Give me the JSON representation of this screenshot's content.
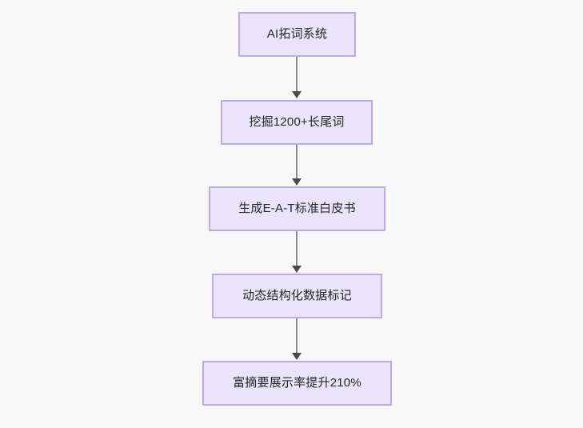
{
  "diagram": {
    "type": "flowchart",
    "orientation": "top-to-bottom",
    "background_color": "#f8f8f8",
    "node_fill_color": "#e9e4fa",
    "node_border_color": "#bfa9e4",
    "connector_color": "#888888",
    "arrowhead_color": "#4a4a4a",
    "text_color": "#262626",
    "nodes": [
      {
        "id": "node-1",
        "label": "AI拓词系统"
      },
      {
        "id": "node-2",
        "label": "挖掘1200+长尾词"
      },
      {
        "id": "node-3",
        "label": "生成E-A-T标准白皮书"
      },
      {
        "id": "node-4",
        "label": "动态结构化数据标记"
      },
      {
        "id": "node-5",
        "label": "富摘要展示率提升210%"
      }
    ],
    "edges": [
      {
        "from": "node-1",
        "to": "node-2",
        "label": ""
      },
      {
        "from": "node-2",
        "to": "node-3",
        "label": ""
      },
      {
        "from": "node-3",
        "to": "node-4",
        "label": ""
      },
      {
        "from": "node-4",
        "to": "node-5",
        "label": ""
      }
    ]
  }
}
